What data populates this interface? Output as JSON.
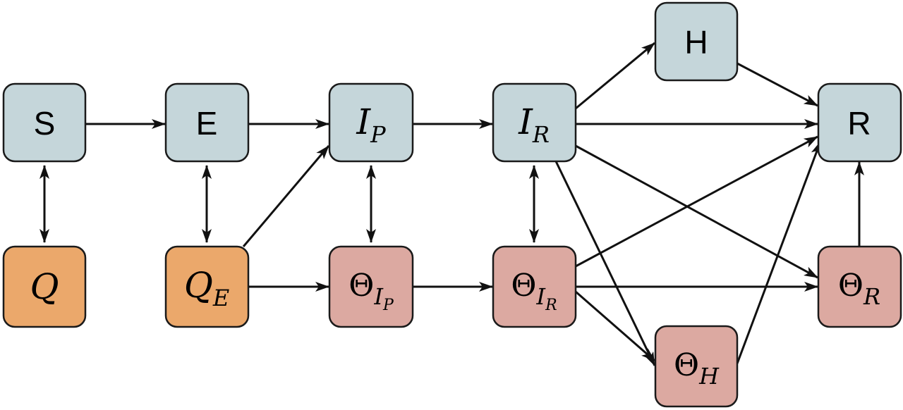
{
  "colors": {
    "susceptible_fill": "#c5d6da",
    "quarantine_fill": "#eba86b",
    "theta_fill": "#dca9a1",
    "edge": "#111111"
  },
  "nodes": {
    "S": {
      "label": "S"
    },
    "E": {
      "label": "E"
    },
    "IP": {
      "label": "I",
      "sub": "P"
    },
    "IR": {
      "label": "I",
      "sub": "R"
    },
    "H": {
      "label": "H"
    },
    "R": {
      "label": "R"
    },
    "Q": {
      "label": "Q"
    },
    "QE": {
      "label": "Q",
      "sub": "E"
    },
    "THIP": {
      "label": "Θ",
      "sub": "I",
      "subsub": "P"
    },
    "THIR": {
      "label": "Θ",
      "sub": "I",
      "subsub": "R"
    },
    "THR": {
      "label": "Θ",
      "sub": "R"
    },
    "THH": {
      "label": "Θ",
      "sub": "H"
    }
  },
  "edges": [
    {
      "from": "S",
      "to": "E",
      "dir": "forward"
    },
    {
      "from": "E",
      "to": "IP",
      "dir": "forward"
    },
    {
      "from": "IP",
      "to": "IR",
      "dir": "forward"
    },
    {
      "from": "IR",
      "to": "H",
      "dir": "forward"
    },
    {
      "from": "IR",
      "to": "R",
      "dir": "forward"
    },
    {
      "from": "H",
      "to": "R",
      "dir": "forward"
    },
    {
      "from": "S",
      "to": "Q",
      "dir": "both"
    },
    {
      "from": "E",
      "to": "QE",
      "dir": "both"
    },
    {
      "from": "IP",
      "to": "THIP",
      "dir": "both"
    },
    {
      "from": "IR",
      "to": "THIR",
      "dir": "both"
    },
    {
      "from": "QE",
      "to": "IP",
      "dir": "forward"
    },
    {
      "from": "QE",
      "to": "THIP",
      "dir": "forward"
    },
    {
      "from": "THIP",
      "to": "THIR",
      "dir": "forward"
    },
    {
      "from": "THIR",
      "to": "THR",
      "dir": "forward"
    },
    {
      "from": "THIR",
      "to": "R",
      "dir": "forward"
    },
    {
      "from": "THIR",
      "to": "THH",
      "dir": "forward"
    },
    {
      "from": "IR",
      "to": "THR",
      "dir": "forward"
    },
    {
      "from": "IR",
      "to": "THH",
      "dir": "forward"
    },
    {
      "from": "THH",
      "to": "R",
      "dir": "forward"
    },
    {
      "from": "THR",
      "to": "R",
      "dir": "forward"
    }
  ]
}
